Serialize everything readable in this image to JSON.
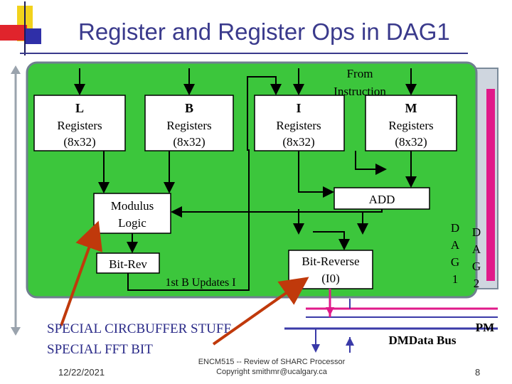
{
  "slide": {
    "title": "Register and Register Ops in DAG1"
  },
  "diagram": {
    "from_instruction": [
      "From",
      "Instruction"
    ],
    "blocks": {
      "l": {
        "name": "L",
        "line1": "Registers",
        "line2": "(8x32)"
      },
      "b": {
        "name": "B",
        "line1": "Registers",
        "line2": "(8x32)"
      },
      "i": {
        "name": "I",
        "line1": "Registers",
        "line2": "(8x32)"
      },
      "m": {
        "name": "M",
        "line1": "Registers",
        "line2": "(8x32)"
      },
      "modulus": {
        "line1": "Modulus",
        "line2": "Logic"
      },
      "add": {
        "label": "ADD"
      },
      "bitrev_small": {
        "label": "Bit-Rev"
      },
      "bitreverse": {
        "line1": "Bit-Reverse",
        "line2": "(I0)"
      }
    },
    "first_b_updates": "1st B Updates I",
    "dag1_letters": [
      "D",
      "A",
      "G",
      "1"
    ],
    "dag2_letters": [
      "D",
      "A",
      "G",
      "2"
    ],
    "pm_label": "PM",
    "dm_bus_label": "DMData Bus",
    "colors": {
      "panel": "#3cc63c",
      "arrow": "#c0390b",
      "title": "#3a3a8c",
      "note": "#2a2a88"
    }
  },
  "notes": {
    "line1": "SPECIAL CIRCBUFFER STUFF",
    "line2": "SPECIAL FFT BIT"
  },
  "footer": {
    "date": "12/22/2021",
    "course": "ENCM515 -- Review of SHARC Processor",
    "copyright": "Copyright smithmr@ucalgary.ca",
    "page": "8"
  }
}
